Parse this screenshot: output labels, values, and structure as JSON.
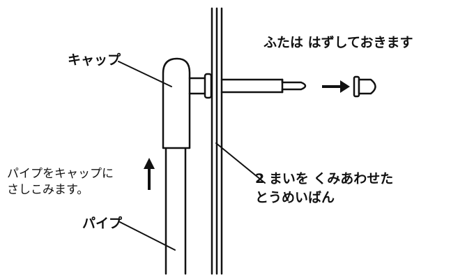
{
  "diagram": {
    "labels": {
      "cap": "キャップ",
      "lid_note": "ふたは はずしておきます",
      "pipe_insert_line1": "パイプをキャップに",
      "pipe_insert_line2": "さしこみます。",
      "board_line1": "2 まいを くみあわせた",
      "board_line2": "とうめいばん",
      "pipe": "パイプ"
    },
    "colors": {
      "line": "#111111",
      "background": "#ffffff"
    },
    "icons": {
      "insert_arrow": "up-arrow-icon",
      "remove_arrow": "right-arrow-icon",
      "lid": "lid-icon"
    }
  }
}
